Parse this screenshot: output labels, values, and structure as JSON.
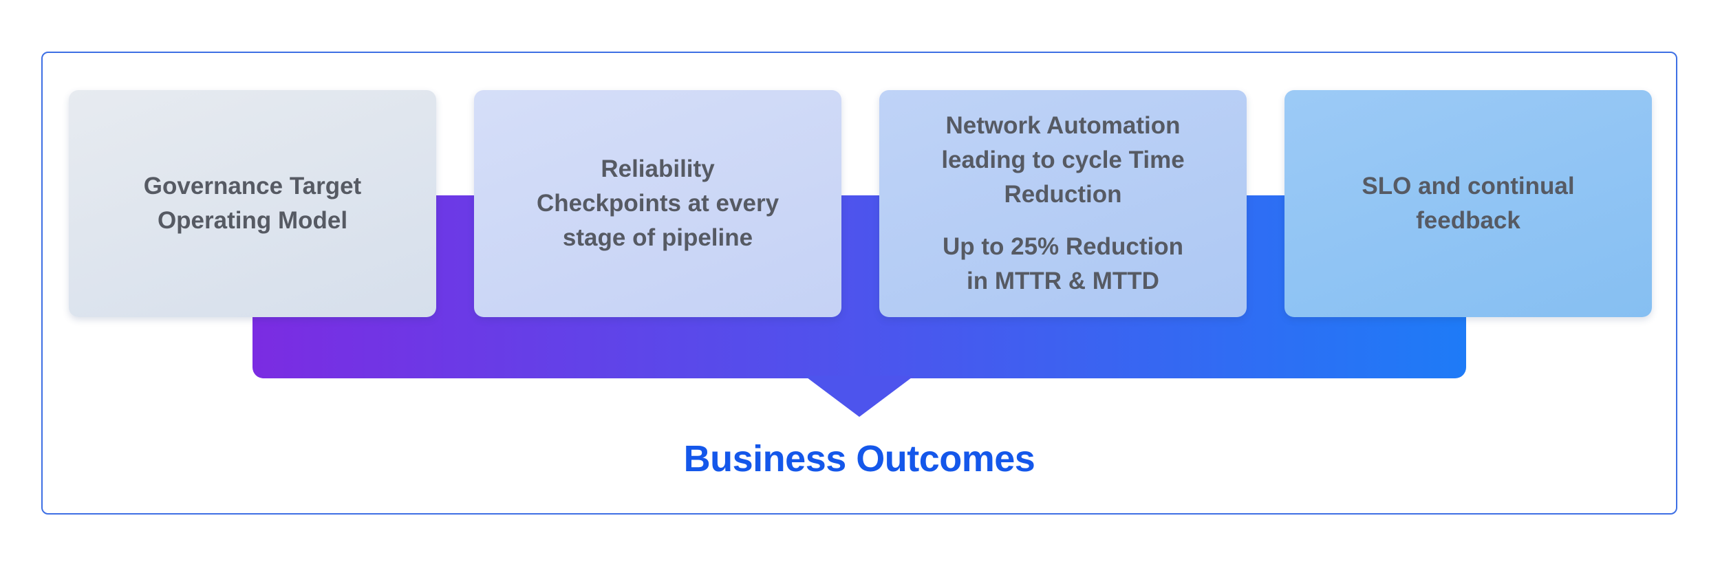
{
  "frame": {
    "border_color": "#3d6fe4"
  },
  "band": {
    "gradient_start": "#7b2ce2",
    "gradient_end": "#1e7bf7",
    "arrow_color": "#4d54ed"
  },
  "cards": [
    {
      "name": "governance-target-operating-model",
      "bg": "#dde3ec",
      "lines": [
        "Governance Target",
        "Operating Model"
      ]
    },
    {
      "name": "reliability-checkpoints",
      "bg": "#ccd7f7",
      "lines": [
        "Reliability",
        "Checkpoints at every",
        "stage of pipeline"
      ]
    },
    {
      "name": "network-automation-cycle-time-reduction",
      "bg": "#b5cdf5",
      "lines": [
        "Network Automation",
        "leading to cycle Time",
        "Reduction"
      ],
      "sub_lines": [
        "Up to 25% Reduction",
        "in MTTR & MTTD"
      ]
    },
    {
      "name": "slo-and-continual-feedback",
      "bg": "#8fc5f4",
      "lines": [
        "SLO and continual",
        "feedback"
      ]
    }
  ],
  "footer": {
    "title": "Business Outcomes",
    "color": "#1457ea"
  }
}
